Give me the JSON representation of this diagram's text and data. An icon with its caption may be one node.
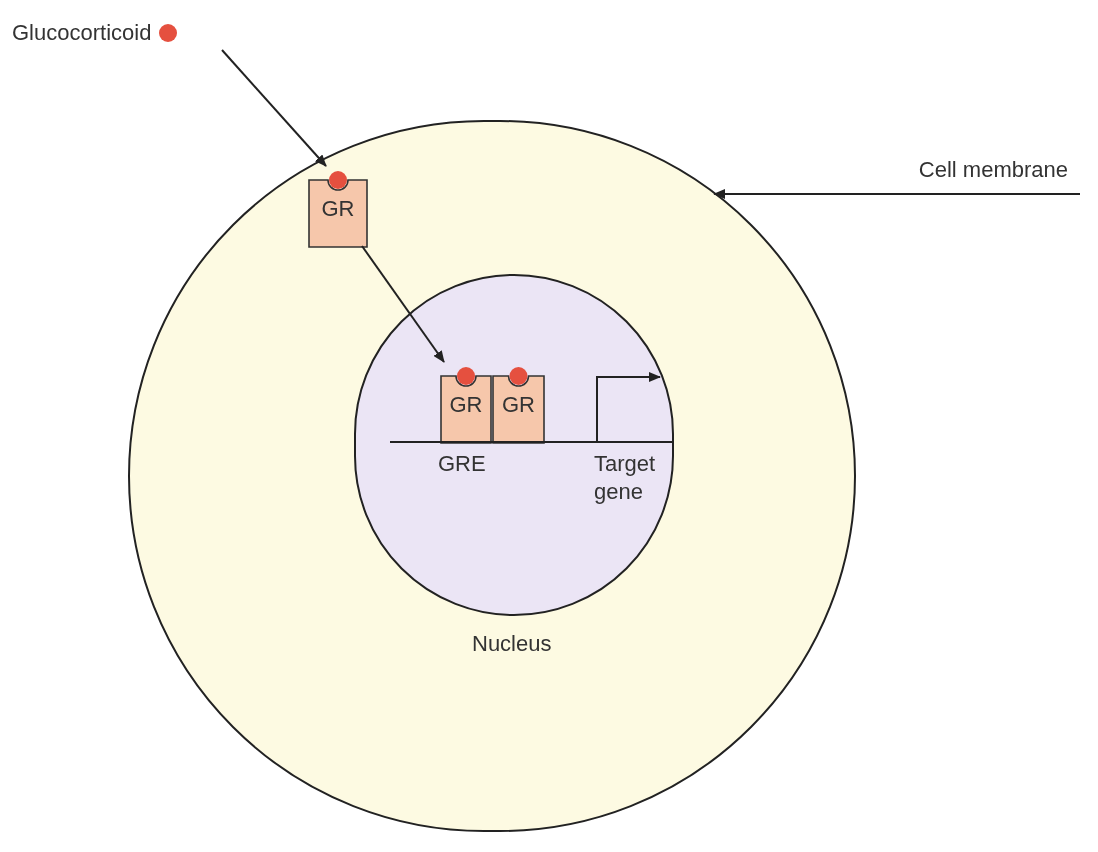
{
  "diagram": {
    "nodes": [
      {
        "text": [
          "Glucocorticoid"
        ]
      },
      {
        "text": [],
        "shape": "circle"
      },
      {
        "text": [
          "Cell membrane"
        ]
      },
      {
        "text": [
          "GR"
        ],
        "in": 1
      },
      {
        "text": [
          "Nucleus"
        ],
        "in": 1
      },
      {
        "text": [
          "GR"
        ],
        "in": 4
      },
      {
        "text": [
          "GR"
        ],
        "in": 4
      }
    ],
    "edges": [
      {
        "from": 0,
        "to": 3,
        "arrow": "to"
      },
      {
        "from": 3,
        "to": 5,
        "arrow": "to"
      },
      {
        "from": 2,
        "to": 1,
        "arrow": "to"
      }
    ],
    "labels": [
      "GRE",
      "Target gene"
    ]
  }
}
